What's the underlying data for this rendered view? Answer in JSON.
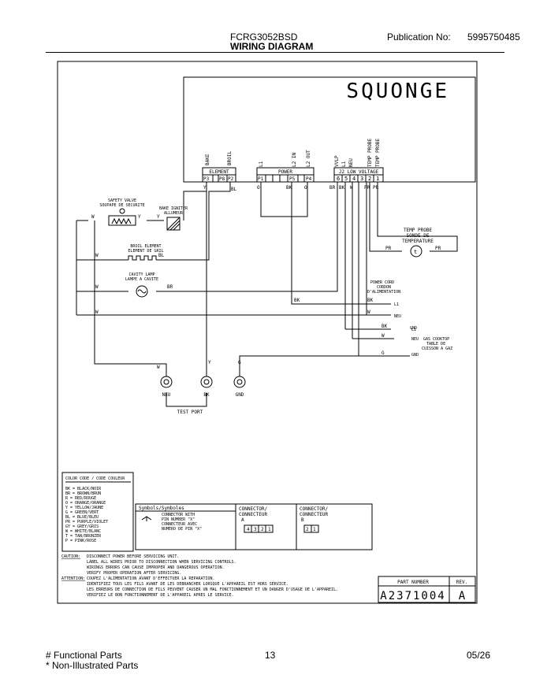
{
  "header": {
    "model": "FCRG3052BSD",
    "title": "WIRING DIAGRAM",
    "publication_label": "Publication No:",
    "publication_no": "5995750485"
  },
  "footer": {
    "functional_parts": "# Functional Parts",
    "non_illustrated": "* Non-Illustrated Parts",
    "page_number": "13",
    "date": "05/26"
  },
  "diagram": {
    "brand": "SQUONGE",
    "connectors": {
      "element": {
        "name": "ELEMENT",
        "pin_labels": [
          "BAKE",
          "BROIL"
        ],
        "pins": [
          "P3",
          "P8",
          "P2"
        ],
        "wires": [
          "Y",
          "BL"
        ]
      },
      "power": {
        "name": "POWER",
        "pin_labels": [
          "L1",
          "L2 IN",
          "L2 OUT"
        ],
        "pins": [
          "P1",
          "P5",
          "P4"
        ],
        "wires": [
          "O",
          "BK",
          "O"
        ]
      },
      "low_voltage": {
        "name": "J2  LOW VOLTAGE",
        "pin_labels": [
          "VVLP",
          "L1",
          "NEU",
          "TEMP PROBE",
          "TEMP PROBE"
        ],
        "pins": [
          "6",
          "5",
          "4",
          "3",
          "2",
          "1"
        ],
        "wires": [
          "BR",
          "BK",
          "W",
          "PR",
          "PR"
        ]
      }
    },
    "components": {
      "safety_valve": [
        "SAFETY VALVE",
        "SOUPAPE DE SECURITE"
      ],
      "bake_igniter": [
        "BAKE IGNITER",
        "ALLUMEUR"
      ],
      "broil_element": [
        "BROIL ELEMENT",
        "ELEMENT DE GRIL"
      ],
      "cavity_lamp": [
        "CAVITY LAMP",
        "LAMPE A CAVITE"
      ],
      "temp_probe": [
        "TEMP PROBE",
        "SONDE DE",
        "TEMPERATURE"
      ],
      "power_cord": [
        "POWER CORD",
        "CORDON",
        "D'ALIMENTATION"
      ],
      "gas_cooktop": [
        "GAS COOKTOP",
        "TABLE DE",
        "CUISSON A GAZ"
      ],
      "test_port": "TEST PORT",
      "terminals": [
        "NEU",
        "BK",
        "GND"
      ],
      "cord_pins": [
        "L1",
        "NEU",
        "GND"
      ],
      "cooktop_pins": [
        "L1",
        "NEU",
        "GND"
      ]
    },
    "wire_labels": {
      "w": "W",
      "y": "Y",
      "bl": "BL",
      "br": "BR",
      "bk": "BK",
      "g": "G",
      "pr": "PR",
      "o": "O"
    },
    "color_code": {
      "title": "COLOR CODE / CODE COULEUR",
      "entries": [
        "BK = BLACK/NOIR",
        "BR = BROWN/BRUN",
        "R  = RED/ROUGE",
        "O  = ORANGE/ORANGE",
        "Y  = YELLOW/JAUNE",
        "G  = GREEN/VERT",
        "BL = BLUE/BLEU",
        "PR = PURPLE/VIOLET",
        "GY = GREY/GRIS",
        "W  = WHITE/BLANC",
        "T  = TAN/BRONZER",
        "P  = PINK/ROSE"
      ]
    },
    "symbols": {
      "title": "Symbols/Symboles",
      "desc": [
        "CONNECTOR WITH",
        "PIN NUMBER \"X\"",
        "CONNECTEUR AVEC",
        "NUMERO DE PIN \"X\""
      ]
    },
    "connector_a": {
      "title": [
        "CONNECTOR/",
        "CONNECTEUR",
        "A"
      ],
      "pins": [
        "4",
        "3",
        "2",
        "1"
      ]
    },
    "connector_b": {
      "title": [
        "CONNECTOR/",
        "CONNECTEUR",
        "B"
      ],
      "pins": [
        "2",
        "1"
      ]
    },
    "caution": {
      "caution_label": "CAUTION:",
      "caution_lines": [
        "DISCONNECT POWER BEFORE SERVICING UNIT.",
        "LABEL ALL WIRES PRIOR TO DISCONNECTION WHEN SERVICING CONTROLS.",
        "WIRINGS ERRORS CAN CAUSE IMPROPER AND DANGEROUS OPERATION.",
        "VERIFY PROPER OPERATION AFTER SERVICING."
      ],
      "attention_label": "ATTENTION:",
      "attention_lines": [
        "COUPEZ L'ALIMENTATION AVANT D'EFFECTUER LA REPARATION.",
        "IDENTIFIEZ TOUS LES FILS AVANT DE LES DEBRANCHER LORSQUE L'APPAREIL EST HORS SERVICE.",
        "LES ERREURS DE CONNECTION DE FILS PEUVENT CAUSER UN MAL FONCTIONNEMENT ET UN DANGER D'USAGE DE L'APPAREIL.",
        "VERIFIEZ LE BON FONCTIONNEMENT DE L'APPAREIL APRES LE SERVICE."
      ]
    },
    "part_number": {
      "label": "PART NUMBER",
      "value": "A2371004"
    },
    "revision": {
      "label": "REV.",
      "value": "A"
    }
  }
}
